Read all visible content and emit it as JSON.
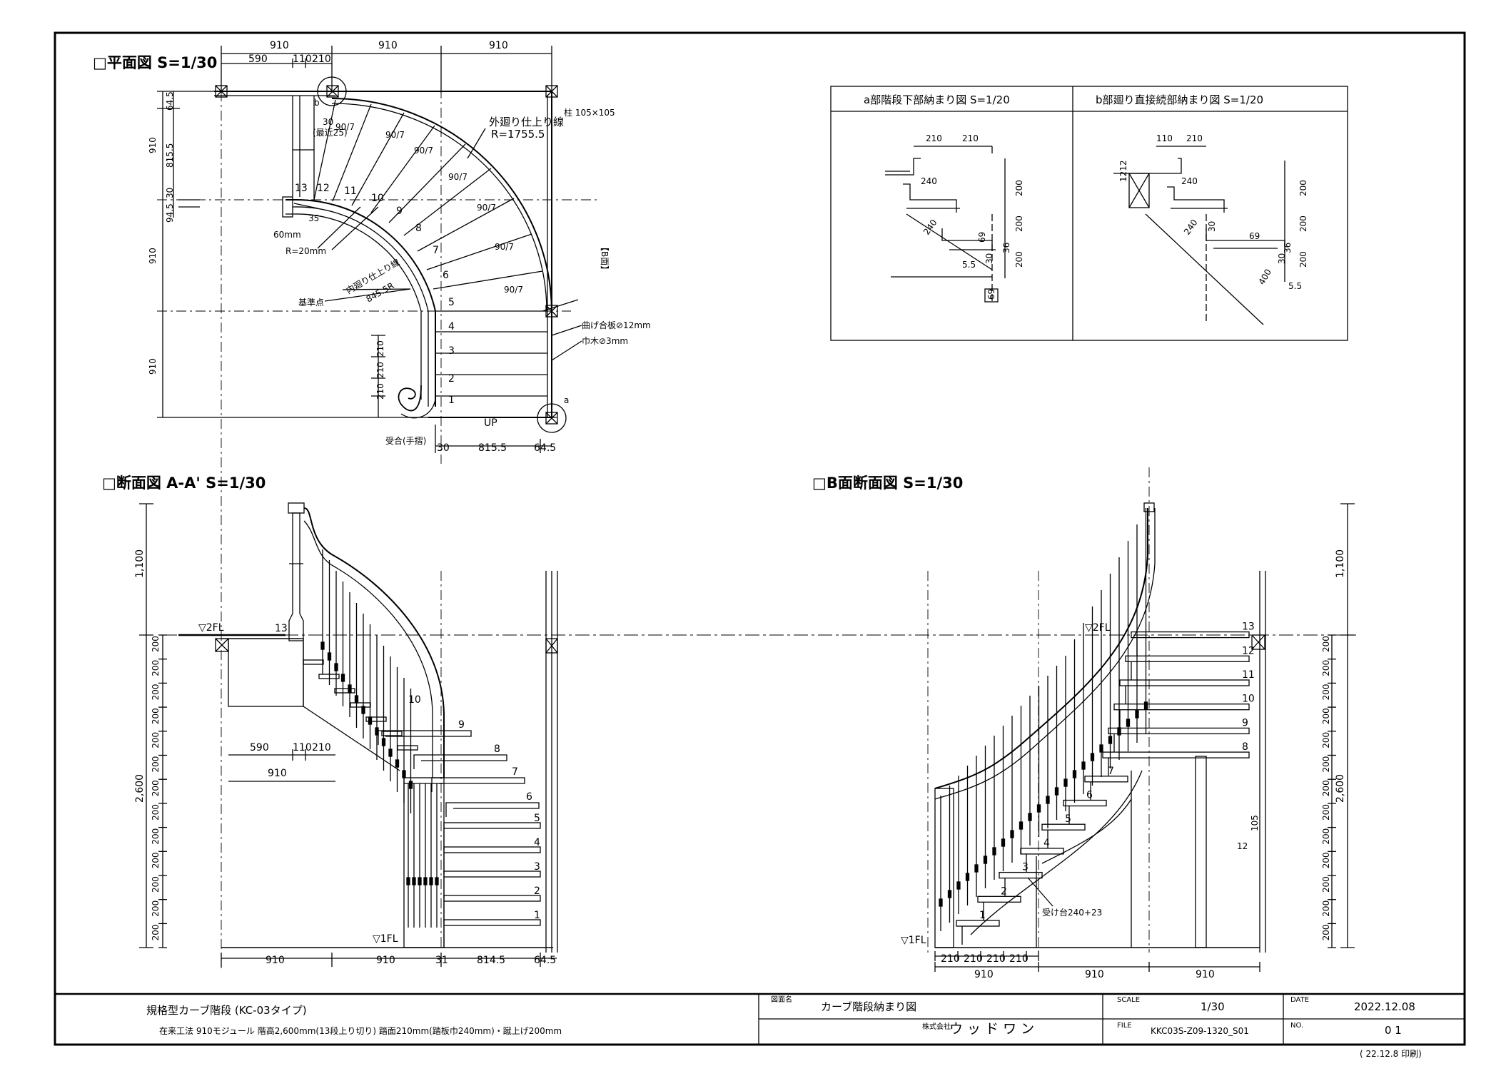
{
  "views": {
    "plan": {
      "title": "□平面図 S=1/30",
      "top_dims": [
        "910",
        "910",
        "910"
      ],
      "top_subdims": [
        "590",
        "110",
        "210"
      ],
      "left_dims": [
        "64.5",
        "910",
        "815.5",
        "30",
        "94.5",
        "910",
        "910",
        "210",
        "210",
        "210"
      ],
      "bottom_dims": [
        "30",
        "815.5",
        "64.5"
      ],
      "step_numbers": [
        "1",
        "2",
        "3",
        "4",
        "5",
        "6",
        "7",
        "8",
        "9",
        "10",
        "11",
        "12",
        "13"
      ],
      "angle_label": "90/7",
      "labels": {
        "outer_line": "外廻り仕上り線",
        "outer_radius": "R=1755.5",
        "inner_line": "内廻り仕上り線",
        "inner_radius": "845.5R",
        "post": "柱 105×105",
        "plywood": "曲げ合板⊘12mm",
        "skirting": "巾木⊘3mm",
        "r20": "R=20mm",
        "w60": "60mm",
        "base_point": "基準点",
        "a_mark": "a",
        "b_mark": "b",
        "b_face": "【B面】",
        "up": "UP",
        "receiver": "受合(手摺)",
        "n30": "30",
        "cut_note": "(最近25)",
        "n35": "35"
      }
    },
    "detail_a": {
      "title": "a部階段下部納まり図 S=1/20",
      "dims": [
        "210",
        "210",
        "240",
        "240",
        "200",
        "200",
        "200",
        "69",
        "36",
        "30",
        "5.5",
        "69"
      ]
    },
    "detail_b": {
      "title": "b部廻り直接続部納まり図 S=1/20",
      "dims": [
        "110",
        "210",
        "1212",
        "240",
        "240",
        "200",
        "200",
        "200",
        "69",
        "36",
        "30",
        "5.5",
        "400",
        "30"
      ]
    },
    "section_aa": {
      "title": "□断面図 A-A' S=1/30",
      "floor2": "▽2FL",
      "floor1": "▽1FL",
      "handrail_height": "1,100",
      "total_height": "2,600",
      "riser": "200",
      "step_numbers": [
        "1",
        "2",
        "3",
        "4",
        "5",
        "6",
        "7",
        "8",
        "9",
        "10",
        "13"
      ],
      "inner_dims": [
        "590",
        "110",
        "210",
        "910"
      ],
      "bottom_dims": [
        "910",
        "910",
        "31",
        "814.5",
        "64.5"
      ]
    },
    "section_b": {
      "title": "□B面断面図 S=1/30",
      "floor2": "▽2FL",
      "floor1": "▽1FL",
      "handrail_height": "1,100",
      "total_height": "2,600",
      "riser": "200",
      "step_numbers": [
        "1",
        "2",
        "3",
        "4",
        "5",
        "6",
        "7",
        "8",
        "9",
        "10",
        "11",
        "12",
        "13"
      ],
      "post_label": "105",
      "post_label2": "12",
      "support": "受け台240+23",
      "bottom_dims": [
        "210",
        "210",
        "210",
        "210",
        "910",
        "910",
        "910"
      ]
    }
  },
  "title_block": {
    "product": "規格型カーブ階段 (KC-03タイプ)",
    "spec": "在来工法 910モジュール 階高2,600mm(13段上り切り) 踏面210mm(踏板巾240mm)・蹴上げ200mm",
    "drawing_name_label": "図面名",
    "drawing_name": "カーブ階段納まり図",
    "company_prefix": "株式会社",
    "company": "ウ ッ ド ワ ン",
    "scale_label": "SCALE",
    "scale": "1/30",
    "date_label": "DATE",
    "date": "2022.12.08",
    "file_label": "FILE",
    "file": "KKC03S-Z09-1320_S01",
    "no_label": "NO.",
    "no": "0 1",
    "print_note": "( 22.12.8  印刷)"
  }
}
